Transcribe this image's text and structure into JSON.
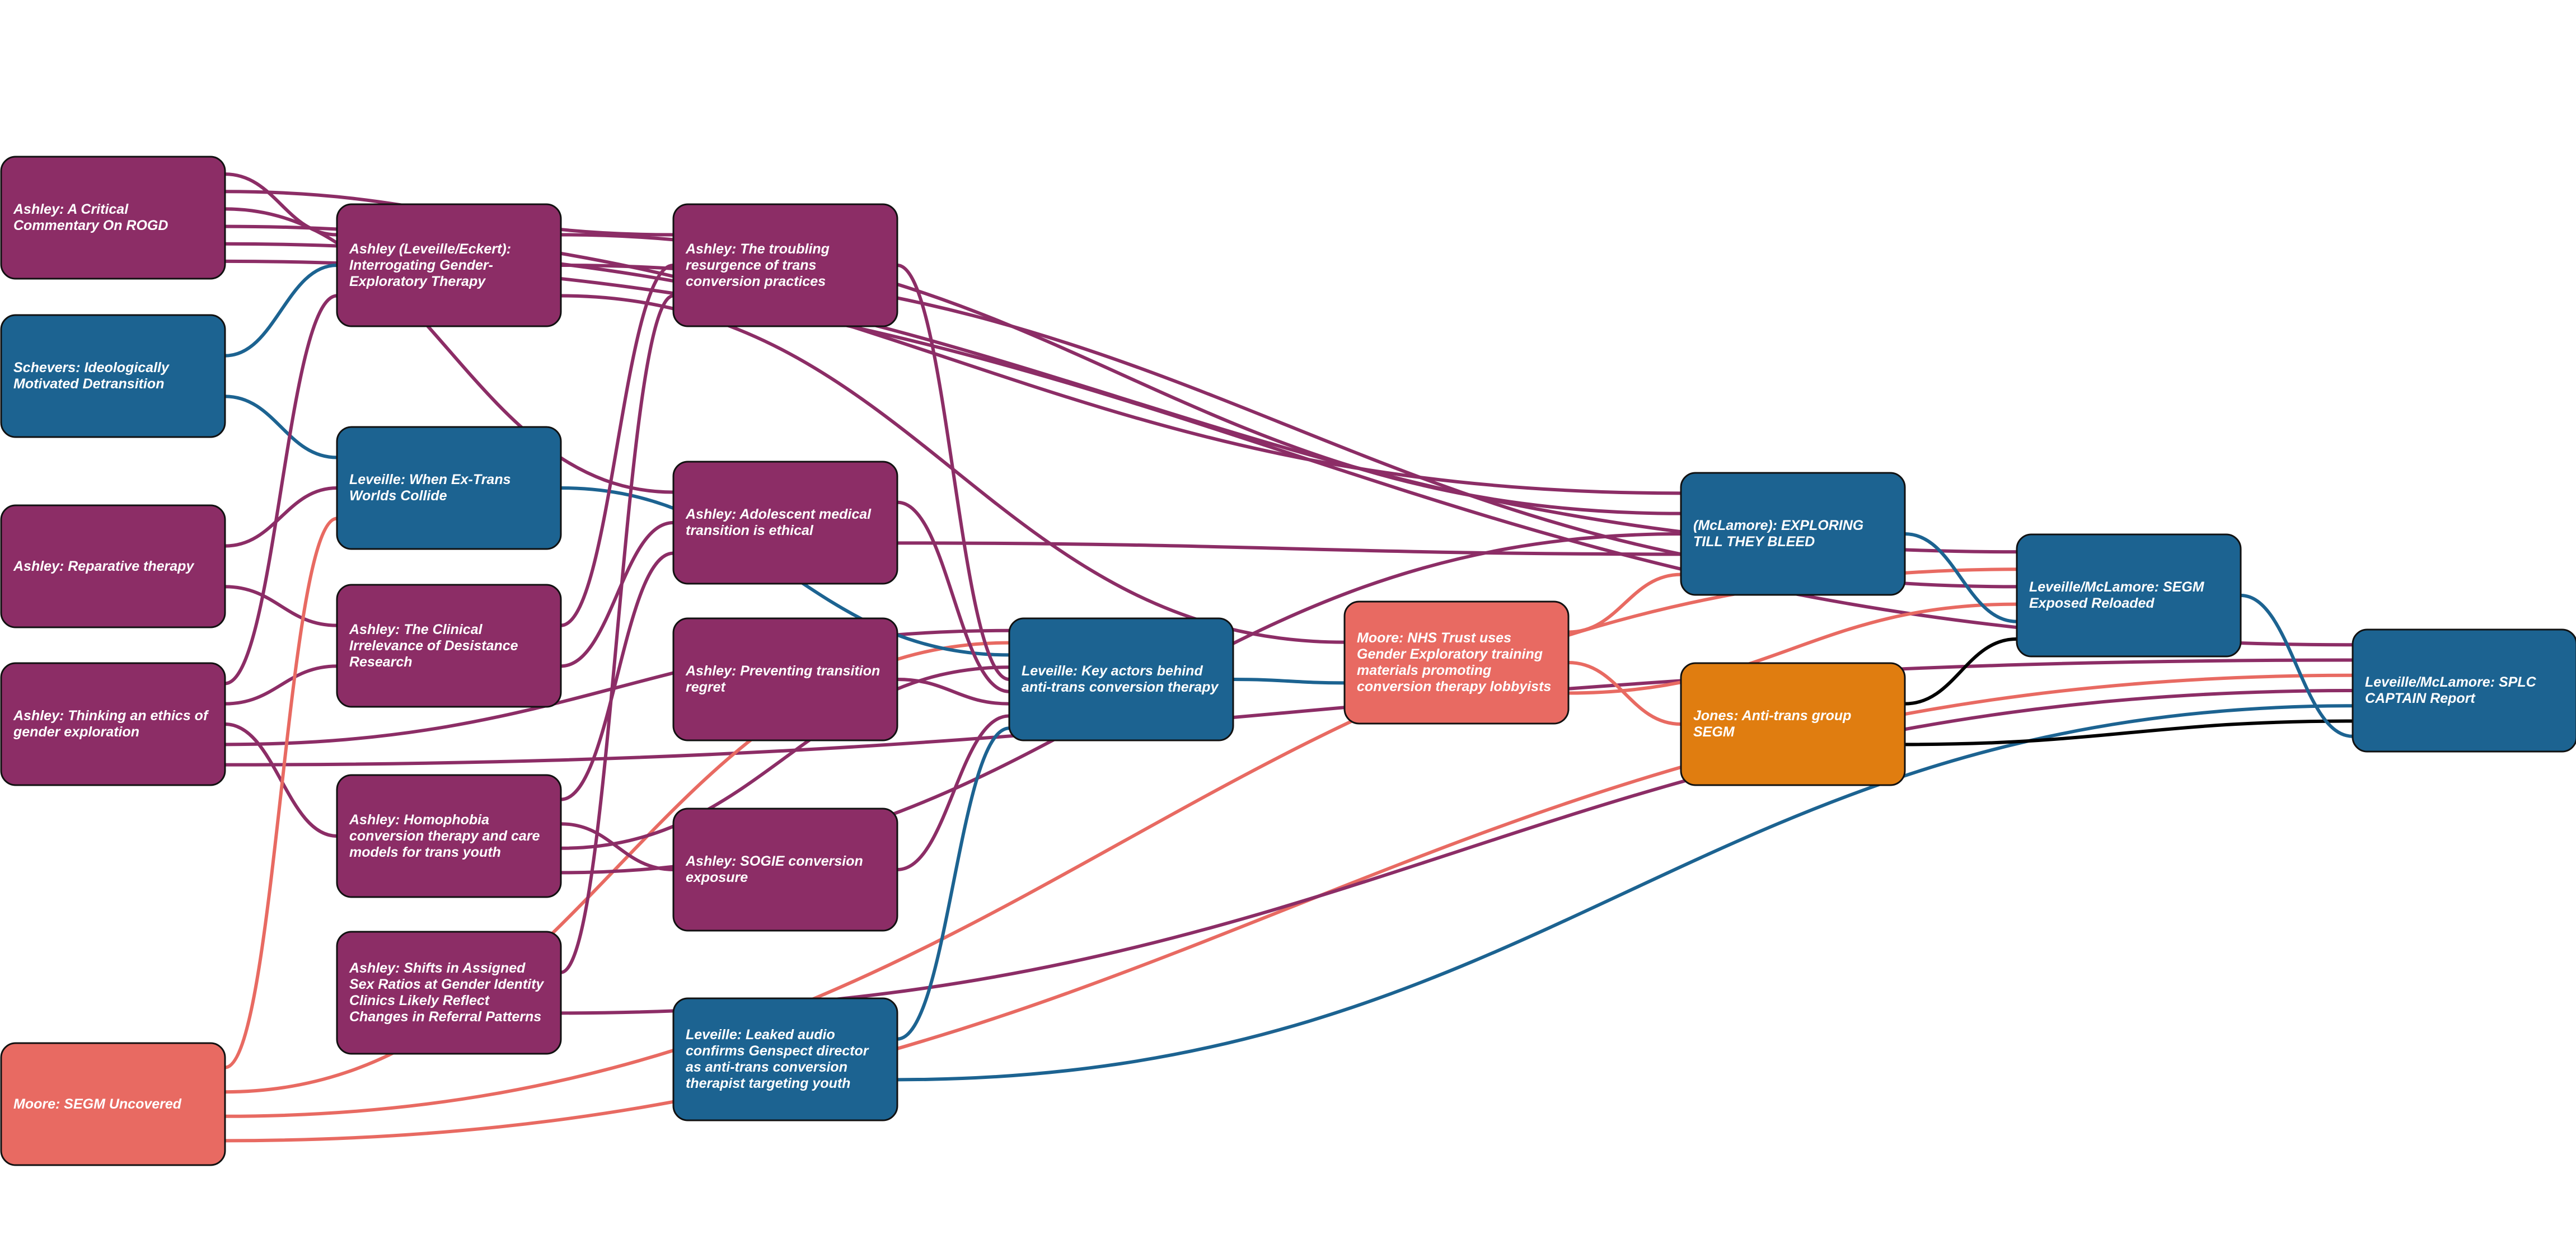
{
  "colors": {
    "purple": "#8c2d66",
    "blue": "#1c6391",
    "coral": "#e86a62",
    "orange": "#e07d10",
    "black": "#000000"
  },
  "nodes": [
    {
      "id": "n1",
      "label": "Ashley: A Critical Commentary On ROGD",
      "color": "purple"
    },
    {
      "id": "n2",
      "label": "Schevers: Ideologically Motivated Detransition",
      "color": "blue"
    },
    {
      "id": "n3",
      "label": "Ashley: Reparative therapy",
      "color": "purple"
    },
    {
      "id": "n4",
      "label": "Ashley: Thinking an ethics of gender exploration",
      "color": "purple"
    },
    {
      "id": "n5",
      "label": "Moore: SEGM Uncovered",
      "color": "coral"
    },
    {
      "id": "n6",
      "label": "Ashley (Leveille/Eckert): Interrogating Gender-Exploratory Therapy",
      "color": "purple"
    },
    {
      "id": "n7",
      "label": "Leveille: When Ex-Trans Worlds Collide",
      "color": "blue"
    },
    {
      "id": "n8",
      "label": "Ashley: The Clinical Irrelevance of Desistance Research",
      "color": "purple"
    },
    {
      "id": "n9",
      "label": "Ashley: Homophobia conversion therapy and care models for trans youth",
      "color": "purple"
    },
    {
      "id": "n10",
      "label": "Ashley: Shifts in Assigned Sex Ratios at Gender Identity Clinics Likely Reflect Changes in Referral Patterns",
      "color": "purple"
    },
    {
      "id": "n11",
      "label": "Ashley: The troubling resurgence of trans conversion practices",
      "color": "purple"
    },
    {
      "id": "n12",
      "label": "Ashley: Adolescent medical transition is ethical",
      "color": "purple"
    },
    {
      "id": "n13",
      "label": "Ashley: Preventing transition regret",
      "color": "purple"
    },
    {
      "id": "n14",
      "label": "Ashley: SOGIE conversion exposure",
      "color": "purple"
    },
    {
      "id": "n15",
      "label": "Leveille: Leaked audio confirms Genspect director as anti-trans conversion therapist targeting youth",
      "color": "blue"
    },
    {
      "id": "n16",
      "label": "Leveille: Key actors behind anti-trans conversion therapy",
      "color": "blue"
    },
    {
      "id": "n17",
      "label": "Moore: NHS Trust uses Gender Exploratory training materials promoting conversion therapy lobbyists",
      "color": "coral"
    },
    {
      "id": "n18",
      "label": "(McLamore): EXPLORING TILL THEY BLEED",
      "color": "blue"
    },
    {
      "id": "n19",
      "label": "Jones: Anti-trans group SEGM",
      "color": "orange"
    },
    {
      "id": "n20",
      "label": "Leveille/McLamore: SEGM Exposed Reloaded",
      "color": "blue"
    },
    {
      "id": "n21",
      "label": "Leveille/McLamore: SPLC CAPTAIN Report",
      "color": "blue"
    }
  ],
  "edges": [
    {
      "from": "n1",
      "to": "n6",
      "color": "purple"
    },
    {
      "from": "n1",
      "to": "n11",
      "color": "purple"
    },
    {
      "from": "n1",
      "to": "n12",
      "color": "purple"
    },
    {
      "from": "n1",
      "to": "n18",
      "color": "purple"
    },
    {
      "from": "n1",
      "to": "n20",
      "color": "purple"
    },
    {
      "from": "n1",
      "to": "n21",
      "color": "purple"
    },
    {
      "from": "n2",
      "to": "n6",
      "color": "blue"
    },
    {
      "from": "n2",
      "to": "n7",
      "color": "blue"
    },
    {
      "from": "n3",
      "to": "n7",
      "color": "purple"
    },
    {
      "from": "n3",
      "to": "n8",
      "color": "purple"
    },
    {
      "from": "n4",
      "to": "n6",
      "color": "purple"
    },
    {
      "from": "n4",
      "to": "n8",
      "color": "purple"
    },
    {
      "from": "n4",
      "to": "n9",
      "color": "purple"
    },
    {
      "from": "n4",
      "to": "n16",
      "color": "purple"
    },
    {
      "from": "n4",
      "to": "n21",
      "color": "purple"
    },
    {
      "from": "n5",
      "to": "n7",
      "color": "coral"
    },
    {
      "from": "n5",
      "to": "n16",
      "color": "coral"
    },
    {
      "from": "n5",
      "to": "n20",
      "color": "coral"
    },
    {
      "from": "n5",
      "to": "n21",
      "color": "coral"
    },
    {
      "from": "n6",
      "to": "n18",
      "color": "purple"
    },
    {
      "from": "n6",
      "to": "n20",
      "color": "purple"
    },
    {
      "from": "n6",
      "to": "n17",
      "color": "purple"
    },
    {
      "from": "n7",
      "to": "n16",
      "color": "blue"
    },
    {
      "from": "n8",
      "to": "n11",
      "color": "purple"
    },
    {
      "from": "n8",
      "to": "n12",
      "color": "purple"
    },
    {
      "from": "n9",
      "to": "n12",
      "color": "purple"
    },
    {
      "from": "n9",
      "to": "n14",
      "color": "purple"
    },
    {
      "from": "n9",
      "to": "n16",
      "color": "purple"
    },
    {
      "from": "n9",
      "to": "n18",
      "color": "purple"
    },
    {
      "from": "n10",
      "to": "n11",
      "color": "purple"
    },
    {
      "from": "n10",
      "to": "n21",
      "color": "purple"
    },
    {
      "from": "n11",
      "to": "n16",
      "color": "purple"
    },
    {
      "from": "n12",
      "to": "n16",
      "color": "purple"
    },
    {
      "from": "n12",
      "to": "n18",
      "color": "purple"
    },
    {
      "from": "n13",
      "to": "n16",
      "color": "purple"
    },
    {
      "from": "n14",
      "to": "n16",
      "color": "purple"
    },
    {
      "from": "n15",
      "to": "n16",
      "color": "blue"
    },
    {
      "from": "n15",
      "to": "n21",
      "color": "blue"
    },
    {
      "from": "n16",
      "to": "n17",
      "color": "blue"
    },
    {
      "from": "n17",
      "to": "n18",
      "color": "coral"
    },
    {
      "from": "n17",
      "to": "n19",
      "color": "coral"
    },
    {
      "from": "n17",
      "to": "n20",
      "color": "coral"
    },
    {
      "from": "n18",
      "to": "n20",
      "color": "blue"
    },
    {
      "from": "n19",
      "to": "n20",
      "color": "black"
    },
    {
      "from": "n19",
      "to": "n21",
      "color": "black"
    },
    {
      "from": "n20",
      "to": "n21",
      "color": "blue"
    }
  ]
}
